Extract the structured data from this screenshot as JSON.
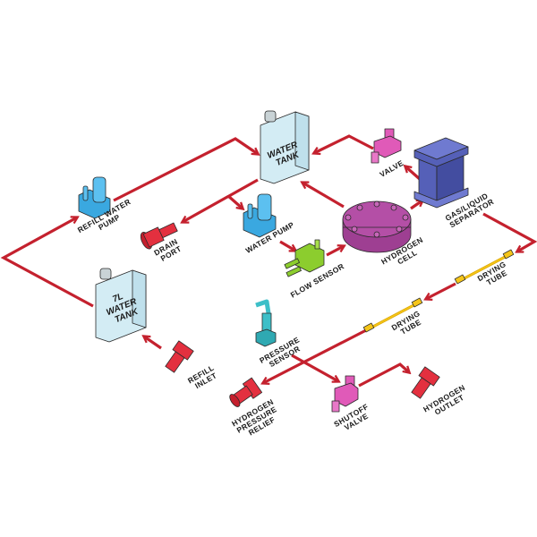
{
  "title": "Hydrogen generator flow diagram",
  "colors": {
    "flow_line": "#c4212e",
    "water_tank": "#d3ecf4",
    "pump": "#3aa8e0",
    "fitting_red": "#e3303f",
    "valve_pink": "#e05ab8",
    "hydrogen_cell": "#b44fa6",
    "separator": "#5560b8",
    "flow_sensor": "#8ccd2e",
    "drying_tube": "#f5c518",
    "pressure_sensor": "#3dbfc8"
  },
  "components": {
    "water_tank": {
      "lines": [
        "WATER",
        "TANK"
      ]
    },
    "water_tank_7l": {
      "lines": [
        "7L",
        "WATER",
        "TANK"
      ]
    },
    "refill_water_pump": {
      "lines": [
        "REFILL WATER",
        "PUMP"
      ]
    },
    "drain_port": {
      "lines": [
        "DRAIN",
        "PORT"
      ]
    },
    "water_pump": {
      "lines": [
        "WATER PUMP"
      ]
    },
    "flow_sensor": {
      "lines": [
        "FLOW SENSOR"
      ]
    },
    "hydrogen_cell": {
      "lines": [
        "HYDROGEN",
        "CELL"
      ]
    },
    "gas_liquid_separator": {
      "lines": [
        "GAS/LIQUID",
        "SEPARATOR"
      ]
    },
    "valve": {
      "lines": [
        "VALVE"
      ]
    },
    "drying_tube_1": {
      "lines": [
        "DRYING",
        "TUBE"
      ]
    },
    "drying_tube_2": {
      "lines": [
        "DRYING",
        "TUBE"
      ]
    },
    "pressure_sensor": {
      "lines": [
        "PRESSURE",
        "SENSOR"
      ]
    },
    "refill_inlet": {
      "lines": [
        "REFILL",
        "INLET"
      ]
    },
    "hydrogen_pressure_relief": {
      "lines": [
        "HYDROGEN",
        "PRESSURE",
        "RELIEF"
      ]
    },
    "shutoff_valve": {
      "lines": [
        "SHUTOFF",
        "VALVE"
      ]
    },
    "hydrogen_outlet": {
      "lines": [
        "HYDROGEN",
        "OUTLET"
      ]
    }
  }
}
